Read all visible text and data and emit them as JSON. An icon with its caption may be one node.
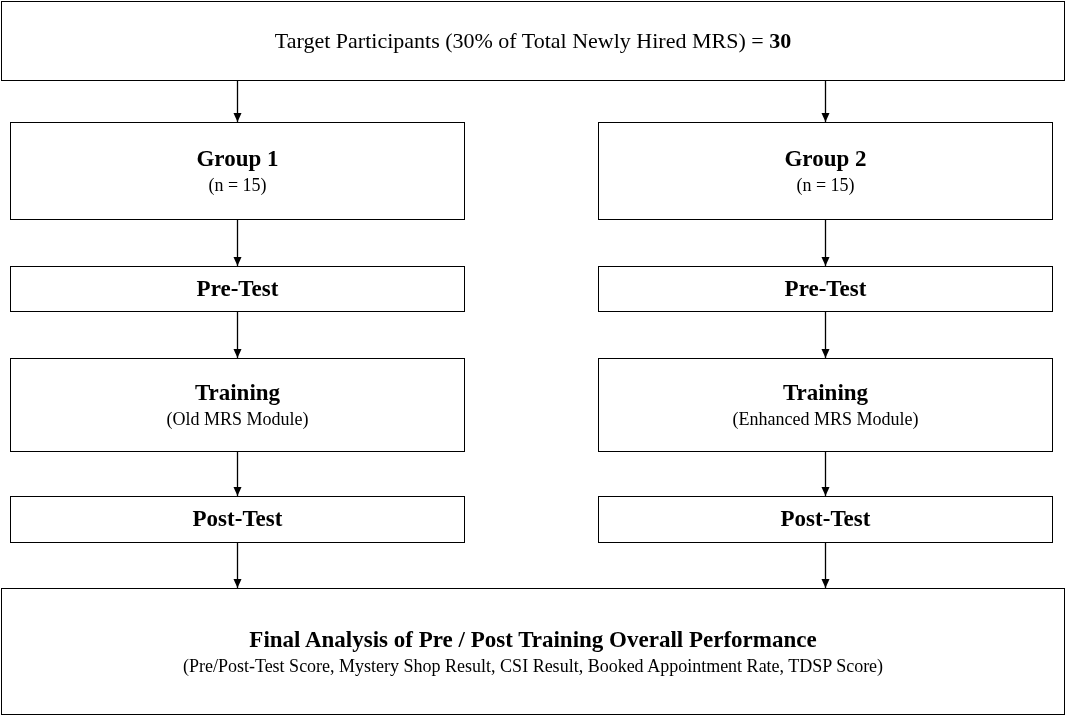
{
  "diagram": {
    "nodes": [
      {
        "text": [
          "Target Participants (30% of Total Newly Hired MRS) = **30**"
        ]
      },
      {
        "text": [
          "Group 1",
          "(n = 15)"
        ]
      },
      {
        "text": [
          "Group 2",
          "(n = 15)"
        ]
      },
      {
        "text": [
          "Pre-Test"
        ]
      },
      {
        "text": [
          "Pre-Test"
        ]
      },
      {
        "text": [
          "Training",
          "(Old MRS Module)"
        ]
      },
      {
        "text": [
          "Training",
          "(Enhanced MRS Module)"
        ]
      },
      {
        "text": [
          "Post-Test"
        ]
      },
      {
        "text": [
          "Post-Test"
        ]
      },
      {
        "text": [
          "Final Analysis of Pre / Post Training Overall Performance",
          "(Pre/Post-Test Score, Mystery Shop Result, CSI Result, Booked Appointment Rate, TDSP Score)"
        ]
      }
    ],
    "edges": [
      {
        "from": 0,
        "to": 1,
        "arrow": "to"
      },
      {
        "from": 0,
        "to": 2,
        "arrow": "to"
      },
      {
        "from": 1,
        "to": 3,
        "arrow": "to"
      },
      {
        "from": 2,
        "to": 4,
        "arrow": "to"
      },
      {
        "from": 3,
        "to": 5,
        "arrow": "to"
      },
      {
        "from": 4,
        "to": 6,
        "arrow": "to"
      },
      {
        "from": 5,
        "to": 7,
        "arrow": "to"
      },
      {
        "from": 6,
        "to": 8,
        "arrow": "to"
      },
      {
        "from": 7,
        "to": 9,
        "arrow": "to"
      },
      {
        "from": 8,
        "to": 9,
        "arrow": "to"
      }
    ]
  }
}
